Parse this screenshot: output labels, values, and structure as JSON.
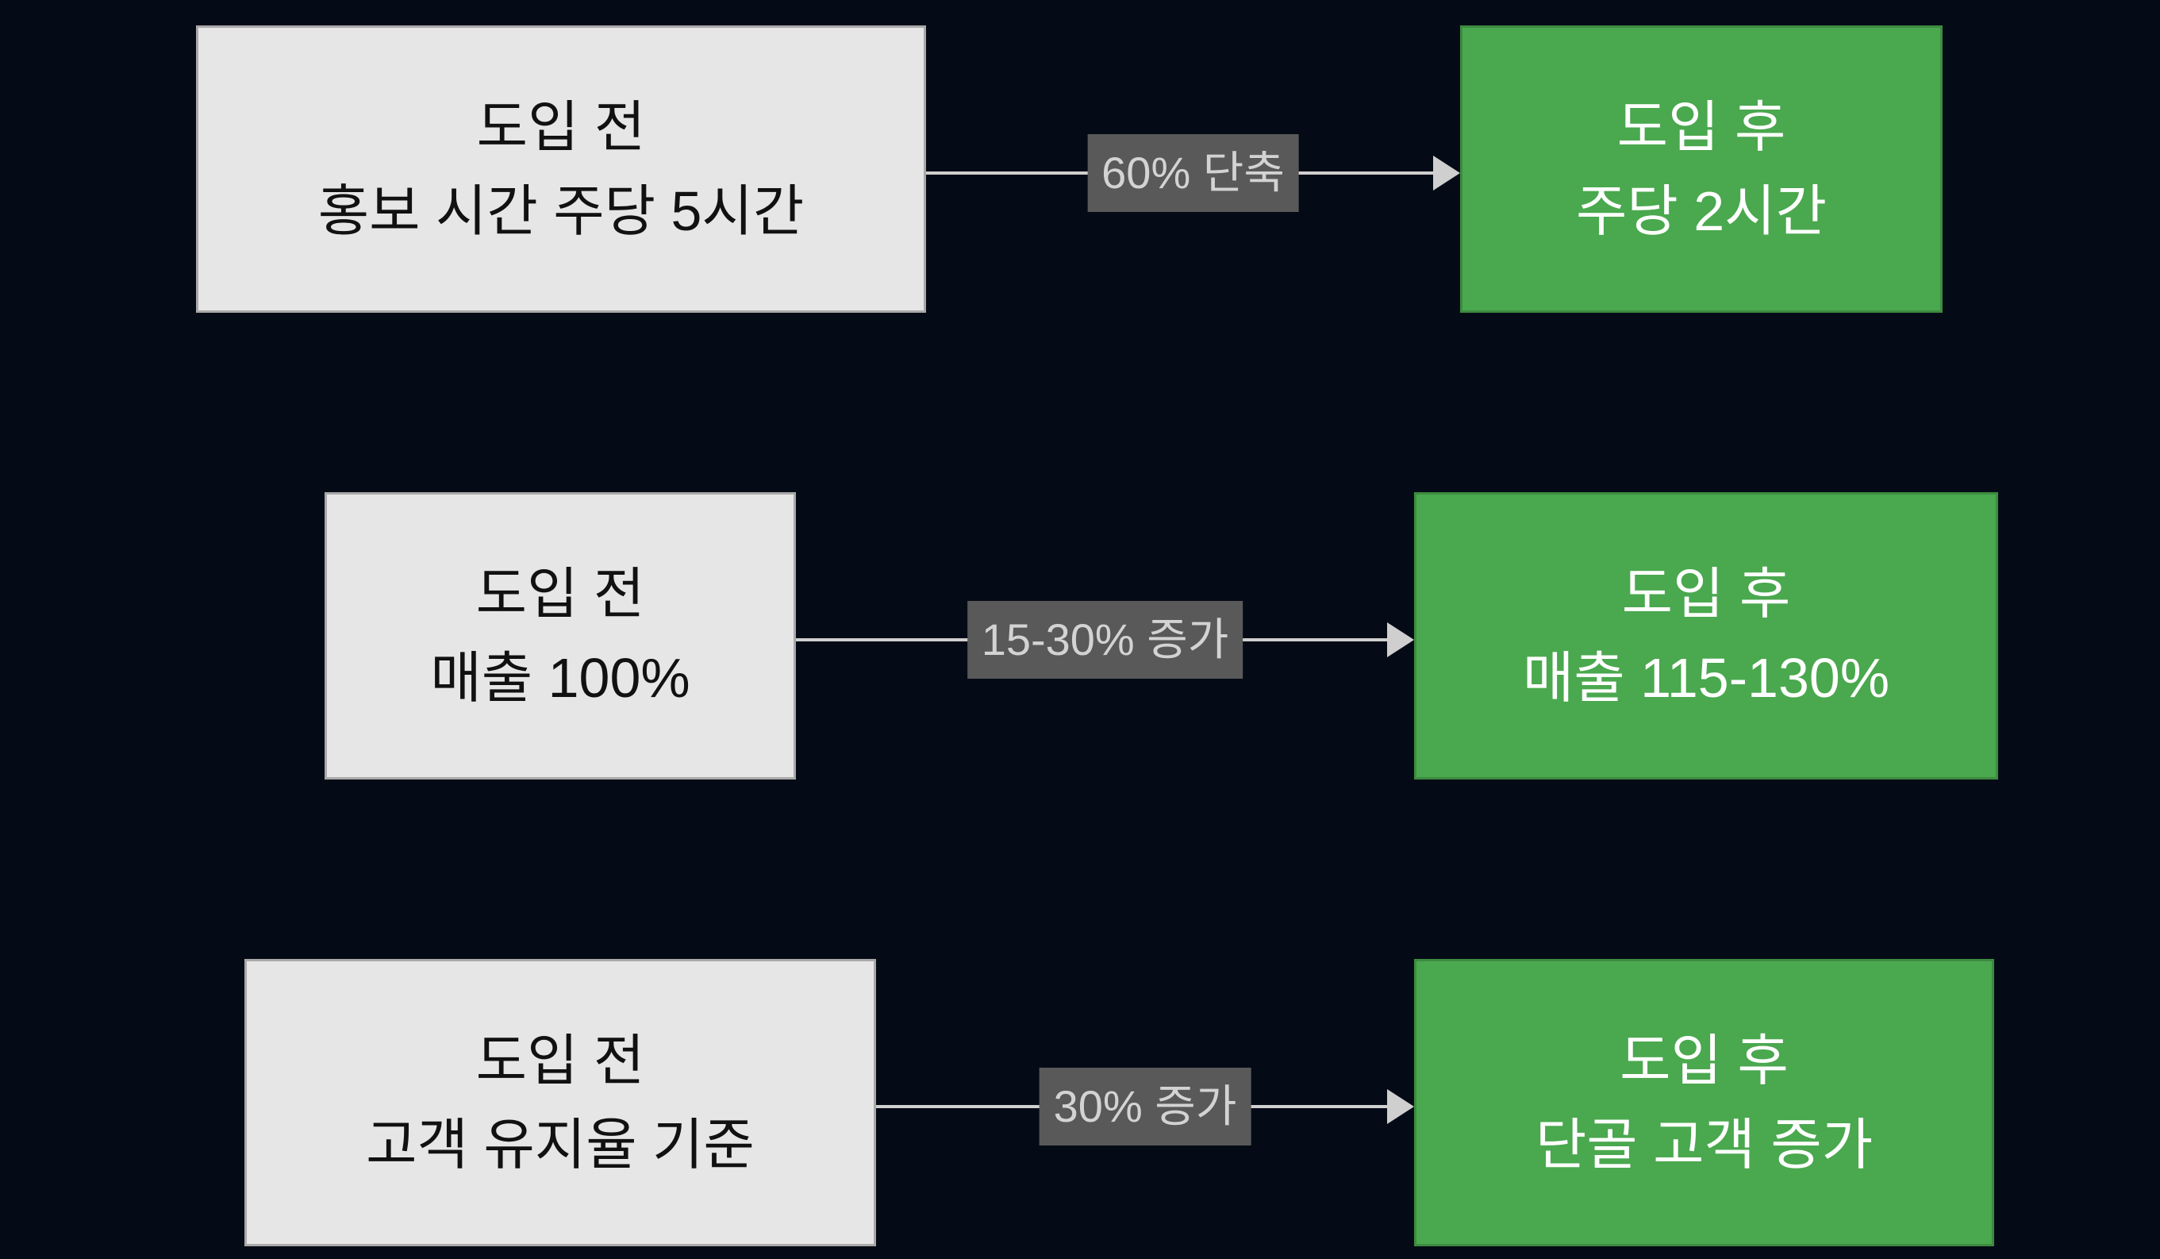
{
  "diagram": {
    "title": "before-after-comparison-flow",
    "colors": {
      "background": "#050b16",
      "before_fill": "#e7e6e6",
      "before_border": "#a9a9a9",
      "after_fill": "#4aa84e",
      "after_border": "#3d8b40",
      "label_fill": "#595959",
      "label_text": "#d3d3d3",
      "arrow": "#cfcfcf"
    },
    "rows": [
      {
        "before": {
          "line1": "도입 전",
          "line2": "홍보 시간 주당 5시간"
        },
        "label": "60% 단축",
        "after": {
          "line1": "도입 후",
          "line2": "주당 2시간"
        }
      },
      {
        "before": {
          "line1": "도입 전",
          "line2": "매출 100%"
        },
        "label": "15-30% 증가",
        "after": {
          "line1": "도입 후",
          "line2": "매출 115-130%"
        }
      },
      {
        "before": {
          "line1": "도입 전",
          "line2": "고객 유지율 기준"
        },
        "label": "30% 증가",
        "after": {
          "line1": "도입 후",
          "line2": "단골 고객 증가"
        }
      }
    ]
  }
}
